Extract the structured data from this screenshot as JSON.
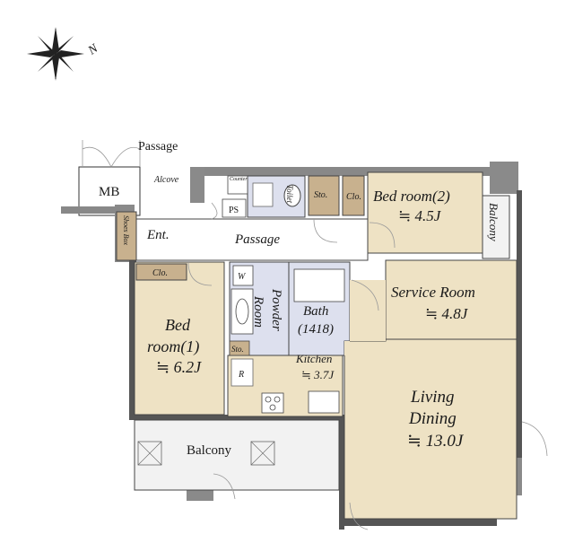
{
  "compass": {
    "north_glyph": "N"
  },
  "labels": {
    "passage_top": "Passage",
    "mb": "MB",
    "alcove": "Alcove",
    "counter": "Counter",
    "ps": "PS",
    "toilet": "Toilet",
    "sto_top": "Sto.",
    "clo_top": "Clo.",
    "bed2_name": "Bed room(2)",
    "bed2_size": "≒ 4.5J",
    "balcony_right": "Balcony",
    "shoes_box": "Shoes Box",
    "ent": "Ent.",
    "passage_mid": "Passage",
    "clo_left": "Clo.",
    "w": "W",
    "powder_1": "Powder",
    "powder_2": "Room",
    "bath_1": "Bath",
    "bath_2": "(1418)",
    "service_name": "Service Room",
    "service_size": "≒ 4.8J",
    "bed1_line1": "Bed",
    "bed1_line2": "room(1)",
    "bed1_size": "≒ 6.2J",
    "sto_small": "Sto.",
    "r": "R",
    "kitchen_name": "Kitchen",
    "kitchen_size": "≒ 3.7J",
    "living_1": "Living",
    "living_2": "Dining",
    "living_size": "≒ 13.0J",
    "balcony_bottom": "Balcony"
  },
  "colors": {
    "room_tan": "#eee2c4",
    "wet_blue": "#dde0ee",
    "storage_brown": "#c8b18e",
    "pillar": "#8a8a8a",
    "wall": "#3a3a3a",
    "balcony_gray": "#f2f2f2"
  }
}
